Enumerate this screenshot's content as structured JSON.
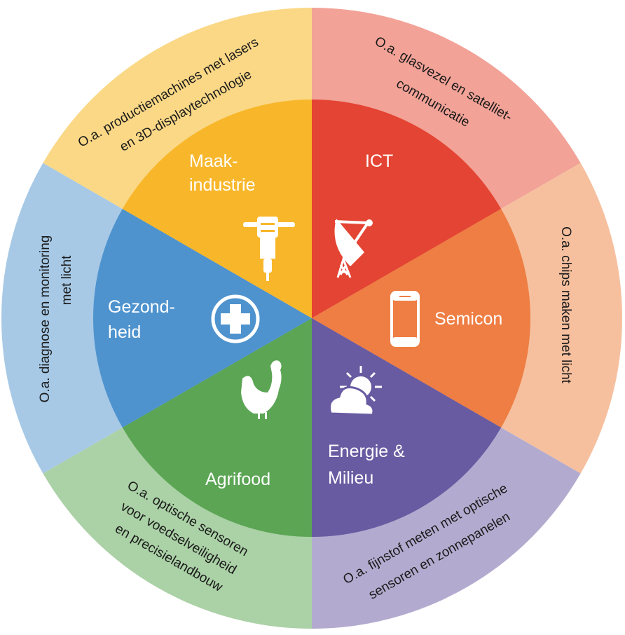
{
  "title": "Toepassingen van fotonica",
  "colors": {
    "maakindustrie": [
      "#F8B72B",
      "#FAD886"
    ],
    "ict": [
      "#E44433",
      "#F2A297"
    ],
    "semicon": [
      "#EE7E43",
      "#F6C09F"
    ],
    "energie": [
      "#685BA1",
      "#B3ABCF"
    ],
    "agrifood": [
      "#5BA554",
      "#ABD1A6"
    ],
    "gezondheid": [
      "#4E93CE",
      "#A7C9E6"
    ]
  },
  "sectors": {
    "maakindustrie": {
      "label1": "Maak-",
      "label2": "industrie",
      "icon": "jackhammer-icon",
      "desc1": "O.a. productiemachines met lasers",
      "desc2": "en 3D-displaytechnologie"
    },
    "ict": {
      "label1": "ICT",
      "icon": "satellite-dish-icon",
      "desc1": "O.a. glasvezel en satelliet-",
      "desc2": "communicatie"
    },
    "semicon": {
      "label1": "Semicon",
      "icon": "smartphone-icon",
      "desc1": "O.a. chips maken met licht"
    },
    "energie": {
      "label1": "Energie &",
      "label2": "Milieu",
      "icon": "sun-cloud-icon",
      "desc1": "O.a. fijnstof meten met optische",
      "desc2": "sensoren en zonnepanelen"
    },
    "agrifood": {
      "label1": "Agrifood",
      "icon": "chicken-icon",
      "desc1": "O.a. optische sensoren",
      "desc2": "voor voedselveiligheid",
      "desc3": "en precisielandbouw"
    },
    "gezondheid": {
      "label1": "Gezond-",
      "label2": "heid",
      "icon": "medical-cross-icon",
      "desc1": "O.a. diagnose en monitoring",
      "desc2": "met licht"
    }
  }
}
